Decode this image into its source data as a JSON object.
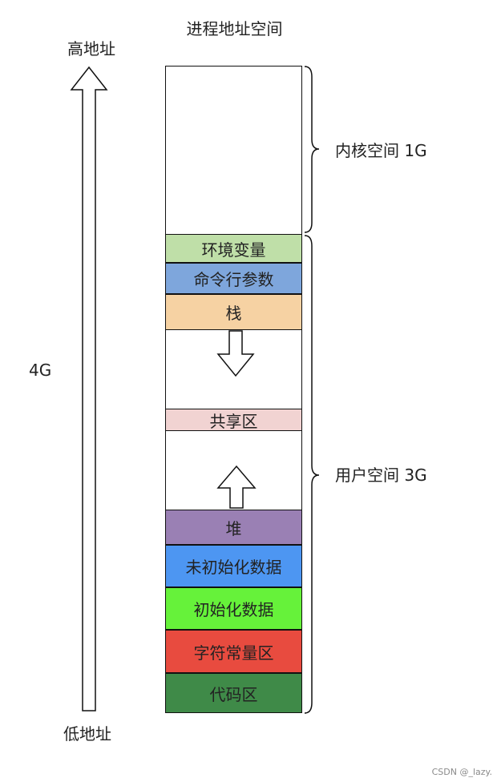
{
  "title": "进程地址空间",
  "high_address": "高地址",
  "low_address": "低地址",
  "size_label": "4G",
  "kernel_label": "内核空间 1G",
  "user_label": "用户空间 3G",
  "segments": {
    "env": {
      "label": "环境变量",
      "color": "#bfdfa8"
    },
    "args": {
      "label": "命令行参数",
      "color": "#7ea6dc"
    },
    "stack": {
      "label": "栈",
      "color": "#f6d2a3"
    },
    "shared": {
      "label": "共享区",
      "color": "#f1d3d2"
    },
    "heap": {
      "label": "堆",
      "color": "#9a80b4"
    },
    "bss": {
      "label": "未初始化数据",
      "color": "#4d96f2"
    },
    "data": {
      "label": "初始化数据",
      "color": "#66f23a"
    },
    "rodata": {
      "label": "字符常量区",
      "color": "#e84b3f"
    },
    "text": {
      "label": "代码区",
      "color": "#3f8a48"
    }
  },
  "watermark": "CSDN @_lazy."
}
